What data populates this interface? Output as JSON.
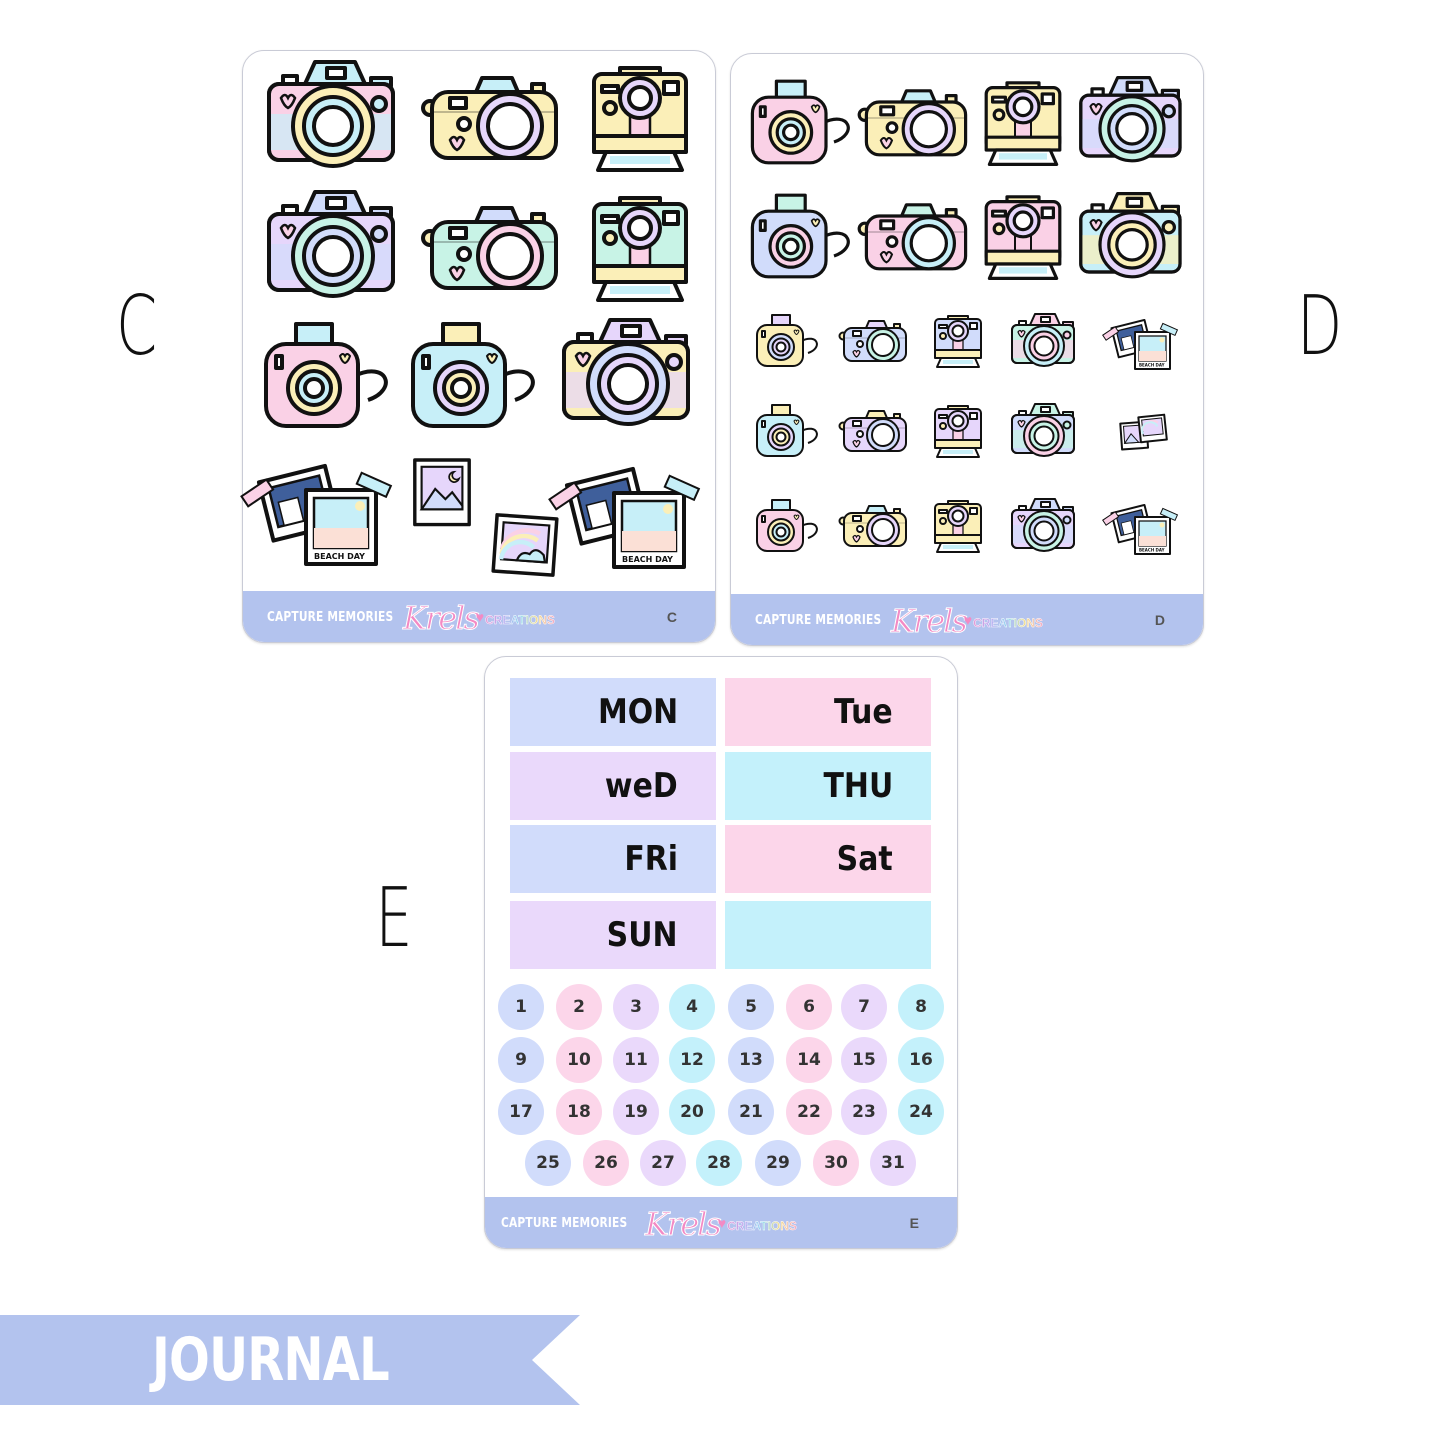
{
  "colors": {
    "footer": "#b3c3ee",
    "blue": "#d1dcfb",
    "pink": "#fcd6ea",
    "lavender": "#ead9fb",
    "cyan": "#c4f1fb",
    "logo_pink": "#f38ac4"
  },
  "brand": {
    "series_title": "CAPTURE MEMORIES",
    "logo_script": "Krels",
    "logo_word": "CREATIONS"
  },
  "sheets": {
    "c": {
      "label": "C",
      "code": "C"
    },
    "d": {
      "label": "D",
      "code": "D"
    },
    "e": {
      "label": "E",
      "code": "E"
    }
  },
  "photo_caption": "BEACH DAY",
  "stickers": {
    "c": [
      "dslr-camera-icon",
      "compact-camera-icon",
      "instant-camera-icon",
      "dslr-camera-icon",
      "compact-camera-icon",
      "instant-camera-icon",
      "instax-camera-icon",
      "instax-camera-icon",
      "dslr-camera-icon",
      "photo-stack-icon",
      "mountain-photo-icon",
      "rainbow-photo-icon",
      "photo-stack-icon"
    ],
    "d": [
      "instax-camera-icon",
      "compact-camera-icon",
      "instant-camera-icon",
      "dslr-camera-icon",
      "instax-camera-icon",
      "compact-camera-icon",
      "instant-camera-icon",
      "dslr-camera-icon",
      "instax-camera-icon",
      "compact-camera-icon",
      "instant-camera-icon",
      "dslr-camera-icon",
      "photo-stack-icon",
      "instax-camera-icon",
      "compact-camera-icon",
      "instant-camera-icon",
      "dslr-camera-icon",
      "photo-pair-icon",
      "instax-camera-icon",
      "compact-camera-icon",
      "instant-camera-icon",
      "dslr-camera-icon",
      "photo-stack-icon"
    ]
  },
  "days": [
    {
      "label": "MON",
      "color": "blue"
    },
    {
      "label": "Tue",
      "color": "pink"
    },
    {
      "label": "weD",
      "color": "lavender"
    },
    {
      "label": "THU",
      "color": "cyan"
    },
    {
      "label": "FRi",
      "color": "blue"
    },
    {
      "label": "Sat",
      "color": "pink"
    },
    {
      "label": "SUN",
      "color": "lavender"
    },
    {
      "label": "",
      "color": "cyan"
    }
  ],
  "numbers": [
    "1",
    "2",
    "3",
    "4",
    "5",
    "6",
    "7",
    "8",
    "9",
    "10",
    "11",
    "12",
    "13",
    "14",
    "15",
    "16",
    "17",
    "18",
    "19",
    "20",
    "21",
    "22",
    "23",
    "24",
    "25",
    "26",
    "27",
    "28",
    "29",
    "30",
    "31"
  ],
  "banner": {
    "label": "JOURNAL"
  }
}
